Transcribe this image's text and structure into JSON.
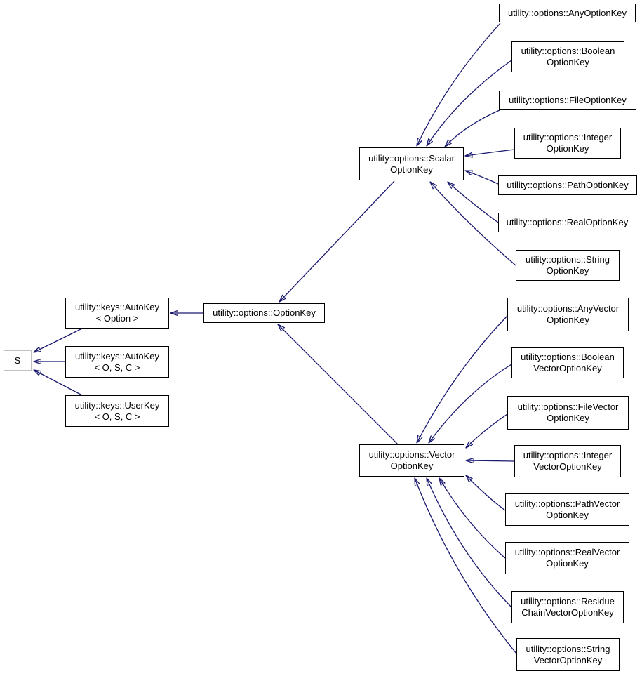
{
  "diagram": {
    "type": "class-inheritance-graph",
    "edge_color": "#191970",
    "node_border_color": "#000000",
    "external_node_border_color": "#c0c0c0",
    "background_color": "#ffffff"
  },
  "nodes": {
    "s": {
      "label": "S"
    },
    "autokey_option": {
      "label": "utility::keys::AutoKey\n< Option >"
    },
    "autokey_osc": {
      "label": "utility::keys::AutoKey\n< O, S, C >"
    },
    "userkey_osc": {
      "label": "utility::keys::UserKey\n< O, S, C >"
    },
    "optionkey": {
      "label": "utility::options::OptionKey"
    },
    "scalar": {
      "label": "utility::options::Scalar\nOptionKey"
    },
    "vector": {
      "label": "utility::options::Vector\nOptionKey"
    },
    "any": {
      "label": "utility::options::AnyOptionKey"
    },
    "boolean": {
      "label": "utility::options::Boolean\nOptionKey"
    },
    "file": {
      "label": "utility::options::FileOptionKey"
    },
    "integer": {
      "label": "utility::options::Integer\nOptionKey"
    },
    "path": {
      "label": "utility::options::PathOptionKey"
    },
    "real": {
      "label": "utility::options::RealOptionKey"
    },
    "string": {
      "label": "utility::options::String\nOptionKey"
    },
    "anyv": {
      "label": "utility::options::AnyVector\nOptionKey"
    },
    "boolv": {
      "label": "utility::options::Boolean\nVectorOptionKey"
    },
    "filev": {
      "label": "utility::options::FileVector\nOptionKey"
    },
    "intv": {
      "label": "utility::options::Integer\nVectorOptionKey"
    },
    "pathv": {
      "label": "utility::options::PathVector\nOptionKey"
    },
    "realv": {
      "label": "utility::options::RealVector\nOptionKey"
    },
    "resv": {
      "label": "utility::options::Residue\nChainVectorOptionKey"
    },
    "strv": {
      "label": "utility::options::String\nVectorOptionKey"
    }
  },
  "edges": [
    {
      "from": "autokey_option",
      "to": "s"
    },
    {
      "from": "autokey_osc",
      "to": "s"
    },
    {
      "from": "userkey_osc",
      "to": "s"
    },
    {
      "from": "optionkey",
      "to": "autokey_option"
    },
    {
      "from": "scalar",
      "to": "optionkey"
    },
    {
      "from": "vector",
      "to": "optionkey"
    },
    {
      "from": "any",
      "to": "scalar"
    },
    {
      "from": "boolean",
      "to": "scalar"
    },
    {
      "from": "file",
      "to": "scalar"
    },
    {
      "from": "integer",
      "to": "scalar"
    },
    {
      "from": "path",
      "to": "scalar"
    },
    {
      "from": "real",
      "to": "scalar"
    },
    {
      "from": "string",
      "to": "scalar"
    },
    {
      "from": "anyv",
      "to": "vector"
    },
    {
      "from": "boolv",
      "to": "vector"
    },
    {
      "from": "filev",
      "to": "vector"
    },
    {
      "from": "intv",
      "to": "vector"
    },
    {
      "from": "pathv",
      "to": "vector"
    },
    {
      "from": "realv",
      "to": "vector"
    },
    {
      "from": "resv",
      "to": "vector"
    },
    {
      "from": "strv",
      "to": "vector"
    }
  ]
}
